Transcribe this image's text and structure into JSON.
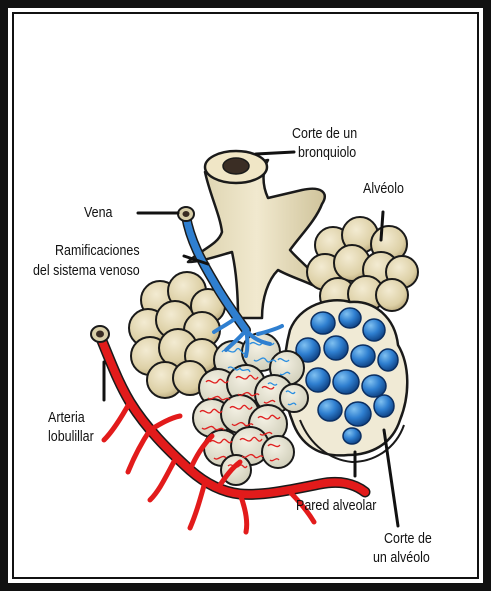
{
  "labels": {
    "corte_bronquiolo_1": "Corte de un",
    "corte_bronquiolo_2": "bronquiolo",
    "alveolo": "Alvéolo",
    "vena": "Vena",
    "ramificaciones_1": "Ramificaciones",
    "ramificaciones_2": "del sistema venoso",
    "arteria_1": "Arteria",
    "arteria_2": "lobulillar",
    "pared_alveolar": "Pared alveolar",
    "corte_alveolo_1": "Corte de",
    "corte_alveolo_2": "un alvéolo"
  },
  "colors": {
    "frame": "#111111",
    "alveolus_fill": "#e3d7b0",
    "alveolus_stroke": "#1a1a1a",
    "bronchiole_fill": "#ece3c5",
    "vein": "#2f7fd0",
    "artery": "#e21b1b",
    "alveolus_cut_fill": "#2f7fd0",
    "capillary_cluster": "#dfe8e8"
  }
}
